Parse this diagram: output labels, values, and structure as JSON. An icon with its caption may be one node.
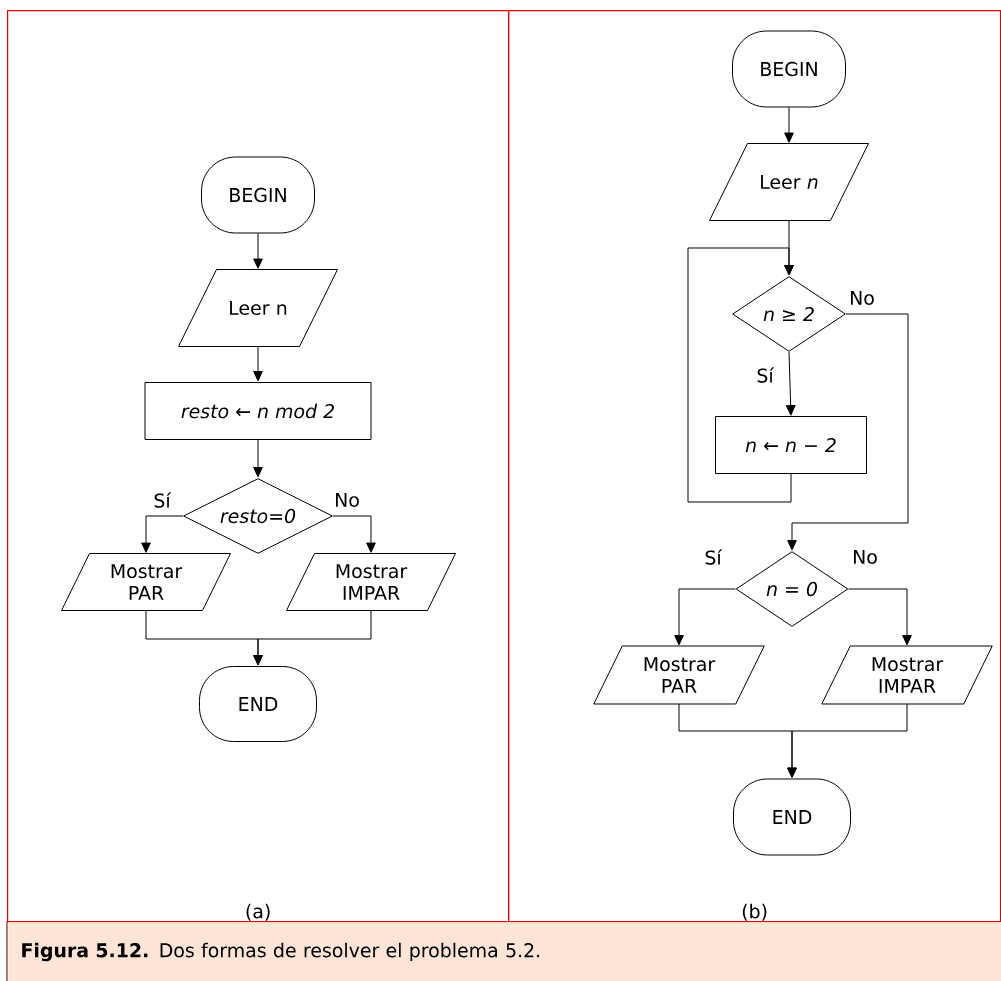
{
  "diagram": {
    "caption": "**Figura 5.12.** Dos formas de resolver el problema 5.2.",
    "nodes": [
      {
        "text": [
          "(a)"
        ]
      },
      {
        "text": [
          "BEGIN"
        ],
        "in": 0
      },
      {
        "text": [
          "Leer n"
        ],
        "in": 0
      },
      {
        "text": [
          "resto ← n mod 2"
        ],
        "in": 0
      },
      {
        "text": [
          "resto=0"
        ],
        "in": 0
      },
      {
        "text": [
          "Mostrar PAR"
        ],
        "in": 0
      },
      {
        "text": [
          "Mostrar IMPAR"
        ],
        "in": 0
      },
      {
        "text": [
          "END"
        ],
        "in": 0
      },
      {
        "text": [
          "(b)"
        ]
      },
      {
        "text": [
          "BEGIN"
        ],
        "in": 8
      },
      {
        "text": [
          "Leer *n*"
        ],
        "in": 8
      },
      {
        "text": [
          "n ≥ 2"
        ],
        "in": 8
      },
      {
        "text": [
          "n ← n − 2"
        ],
        "in": 8
      },
      {
        "text": [
          "n = 0"
        ],
        "in": 8
      },
      {
        "text": [
          "Mostrar PAR"
        ],
        "in": 8
      },
      {
        "text": [
          "Mostrar IMPAR"
        ],
        "in": 8
      },
      {
        "text": [
          "END"
        ],
        "in": 8
      }
    ],
    "edges": [
      {
        "from": 1,
        "to": 2,
        "arrow": "to"
      },
      {
        "from": 2,
        "to": 3,
        "arrow": "to"
      },
      {
        "from": 3,
        "to": 4,
        "arrow": "to"
      },
      {
        "from": 4,
        "to": 5,
        "arrow": "to",
        "label": "Sí"
      },
      {
        "from": 4,
        "to": 6,
        "arrow": "to",
        "label": "No"
      },
      {
        "from": 5,
        "to": 7,
        "arrow": "to"
      },
      {
        "from": 6,
        "to": 7,
        "arrow": "to"
      },
      {
        "from": 9,
        "to": 10,
        "arrow": "to"
      },
      {
        "from": 10,
        "to": 11,
        "arrow": "to"
      },
      {
        "from": 11,
        "to": 12,
        "arrow": "to",
        "label": "Sí"
      },
      {
        "from": 12,
        "to": 11,
        "arrow": "to"
      },
      {
        "from": 11,
        "to": 13,
        "arrow": "to",
        "label": "No"
      },
      {
        "from": 13,
        "to": 14,
        "arrow": "to",
        "label": "Sí"
      },
      {
        "from": 13,
        "to": 15,
        "arrow": "to",
        "label": "No"
      },
      {
        "from": 14,
        "to": 16,
        "arrow": "to"
      },
      {
        "from": 15,
        "to": 16,
        "arrow": "to"
      }
    ]
  }
}
